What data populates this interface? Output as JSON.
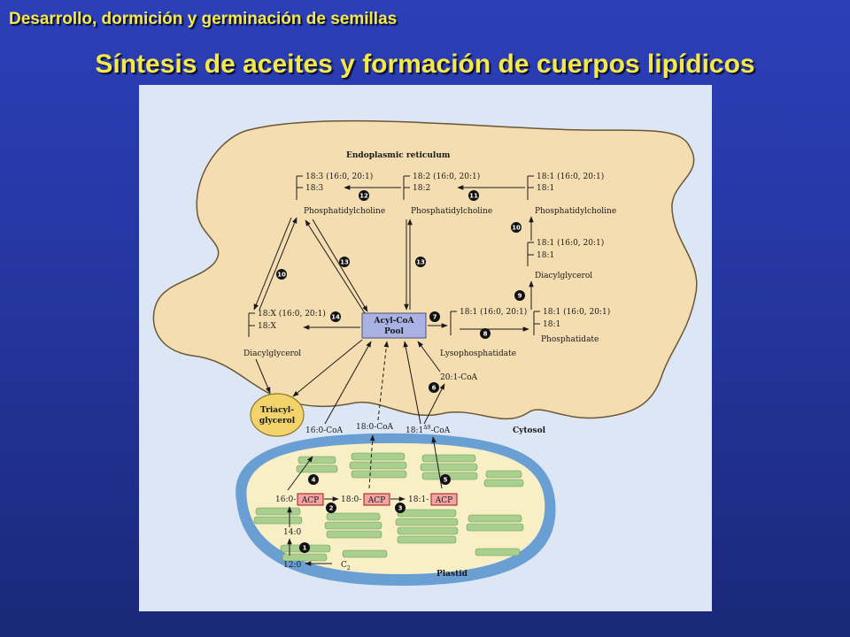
{
  "header": {
    "supertitle": "Desarrollo, dormición y germinación de semillas",
    "title": "Síntesis de aceites y formación de cuerpos lipídicos"
  },
  "colors": {
    "background": "#2536a0",
    "title": "#f4e84a",
    "figure_bg": "#dce6f4",
    "er": "#f4ddb0",
    "plastid_envelope": "#6a9fd4",
    "stroma": "#f9efc6",
    "thylakoid": "#a8cf8e",
    "oil_body": "#f2d46a",
    "pool_box": "#aab2e4",
    "acp_box": "#f2a4a4",
    "step_marker": "#111111"
  },
  "diagram": {
    "compartments": {
      "er": "Endoplasmic reticulum",
      "cytosol": "Cytosol",
      "plastid": "Plastid"
    },
    "pc_left": [
      "18:3 (16:0, 20:1)",
      "18:3",
      "Phosphatidylcholine"
    ],
    "pc_mid": [
      "18:2 (16:0, 20:1)",
      "18:2",
      "Phosphatidylcholine"
    ],
    "pc_right": [
      "18:1 (16:0, 20:1)",
      "18:1",
      "Phosphatidylcholine"
    ],
    "dag_right": [
      "18:1 (16:0, 20:1)",
      "18:1",
      "Diacylglycerol"
    ],
    "dag_left": [
      "18:X (16:0, 20:1)",
      "18:X",
      "Diacylglycerol"
    ],
    "pool": [
      "Acyl-CoA",
      "Pool"
    ],
    "lyso": [
      "18:1 (16:0, 20:1)",
      "Lysophosphatidate"
    ],
    "pa": [
      "18:1 (16:0, 20:1)",
      "18:1",
      "Phosphatidate"
    ],
    "c20": "20:1-CoA",
    "tag": [
      "Triacyl-",
      "glycerol"
    ],
    "coa": [
      "16:0-CoA",
      "18:0-CoA",
      "18:1",
      "Δ9",
      "-CoA"
    ],
    "plastid_chain": [
      "16:0-",
      "18:0-",
      "18:1-",
      "14:0",
      "12:0",
      "C",
      "2"
    ],
    "acp": "ACP",
    "steps": {
      "s1": "1",
      "s2": "2",
      "s3": "3",
      "s4": "4",
      "s5": "5",
      "s6": "6",
      "s7": "7",
      "s8": "8",
      "s9": "9",
      "s10a": "10",
      "s10b": "10",
      "s11": "11",
      "s12": "12",
      "s13a": "13",
      "s13b": "13",
      "s14": "14"
    }
  }
}
